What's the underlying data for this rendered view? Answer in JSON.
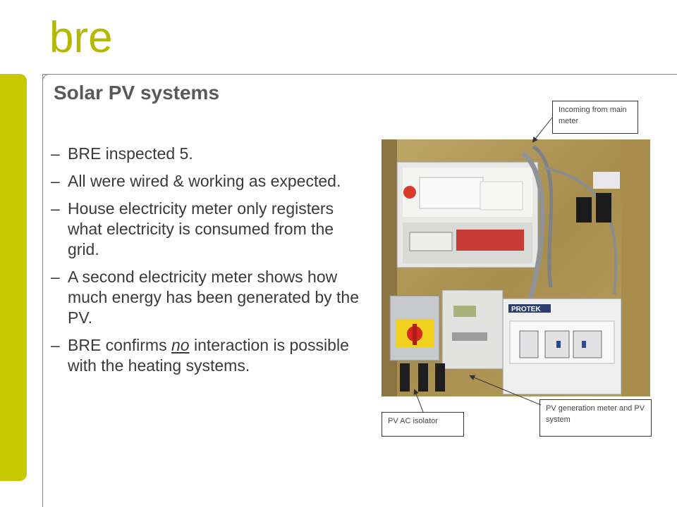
{
  "brand": {
    "logo_text": "bre",
    "accent_color": "#c8c800"
  },
  "slide": {
    "title": "Solar PV systems",
    "bullets": [
      {
        "dash": "–",
        "text": "BRE inspected 5."
      },
      {
        "dash": "–",
        "text": "All were wired & working as expected."
      },
      {
        "dash": "–",
        "text": "House electricity meter only registers what electricity is consumed from the grid."
      },
      {
        "dash": "–",
        "text": "A second electricity meter shows how much energy has been generated by the PV."
      },
      {
        "dash": "–",
        "pre": "BRE confirms ",
        "emph": "no",
        "post": " interaction is possible with the heating systems."
      }
    ]
  },
  "photo": {
    "callouts": {
      "incoming": "Incoming from main meter",
      "isolator": "PV AC isolator",
      "generation": "PV generation meter and PV system"
    },
    "labels": {
      "brand_label": "PROTEK"
    }
  }
}
